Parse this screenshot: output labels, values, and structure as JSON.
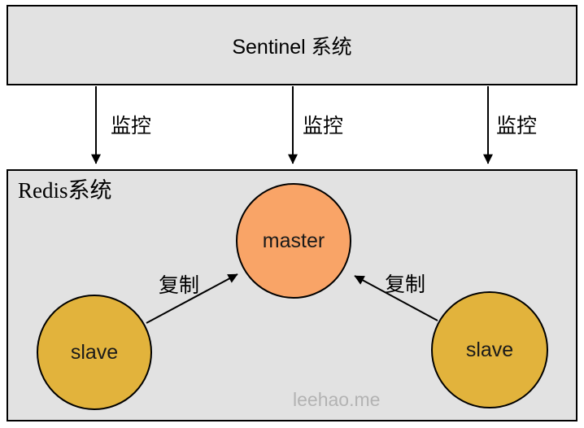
{
  "diagram": {
    "sentinel_box": {
      "label": "Sentinel 系统"
    },
    "redis_box": {
      "label": "Redis系统"
    },
    "nodes": {
      "master": {
        "label": "master",
        "fill": "#F9A467"
      },
      "slave_left": {
        "label": "slave",
        "fill": "#E2B33C"
      },
      "slave_right": {
        "label": "slave",
        "fill": "#E2B33C"
      }
    },
    "monitor_arrows": [
      {
        "label": "监控"
      },
      {
        "label": "监控"
      },
      {
        "label": "监控"
      }
    ],
    "replicate_arrows": [
      {
        "label": "复制"
      },
      {
        "label": "复制"
      }
    ],
    "watermark": "leehao.me",
    "colors": {
      "box_fill": "#E2E2E2",
      "border": "#000000",
      "master_fill": "#F9A467",
      "slave_fill": "#E2B33C",
      "watermark_text": "#B3B3B3"
    }
  }
}
